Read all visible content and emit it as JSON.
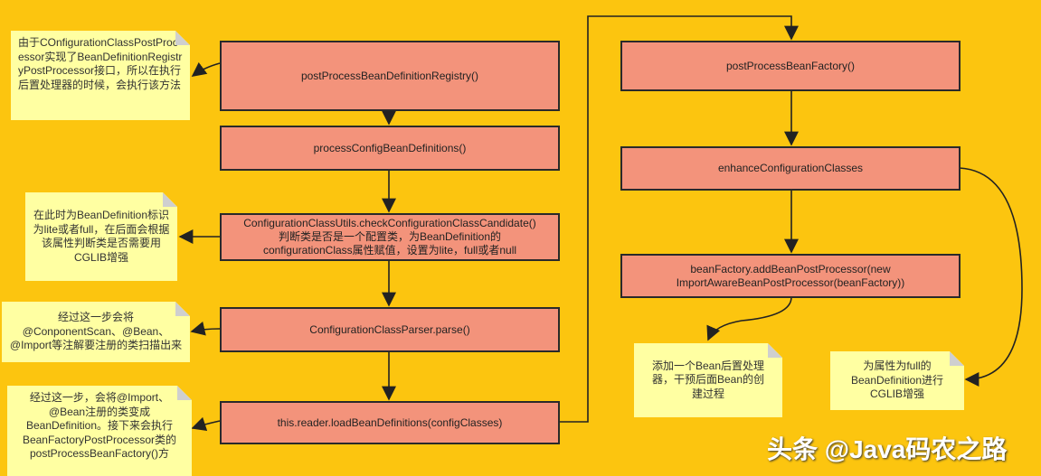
{
  "boxes": {
    "b1": "postProcessBeanDefinitionRegistry()",
    "b2": "processConfigBeanDefinitions()",
    "b3_l1": "ConfigurationClassUtils.checkConfigurationClassCandidate()",
    "b3_l2": "判断类是否是一个配置类，为BeanDefinition的",
    "b3_l3": "configurationClass属性赋值，设置为lite，full或者null",
    "b4": "ConfigurationClassParser.parse()",
    "b5": "this.reader.loadBeanDefinitions(configClasses)",
    "b6": "postProcessBeanFactory()",
    "b7": "enhanceConfigurationClasses",
    "b8_l1": "beanFactory.addBeanPostProcessor(new",
    "b8_l2": "ImportAwareBeanPostProcessor(beanFactory))"
  },
  "notes": {
    "n1": "由于COnfigurationClassPostProcessor实现了BeanDefinitionRegistryPostProcessor接口，所以在执行后置处理器的时候，会执行该方法",
    "n2": "在此时为BeanDefinition标识为lite或者full，在后面会根据该属性判断类是否需要用CGLIB增强",
    "n3": "经过这一步会将@ConponentScan、@Bean、@Import等注解要注册的类扫描出来",
    "n4": "经过这一步，会将@Import、@Bean注册的类变成BeanDefinition。接下来会执行BeanFactoryPostProcessor类的postProcessBeanFactory()方",
    "n5": "添加一个Bean后置处理器，干预后面Bean的创建过程",
    "n6": "为属性为full的BeanDefinition进行CGLIB增强"
  },
  "watermark": "头条 @Java码农之路",
  "colors": {
    "background": "#FCC50F",
    "box": "#F3937B",
    "note": "#FFFFA2"
  }
}
